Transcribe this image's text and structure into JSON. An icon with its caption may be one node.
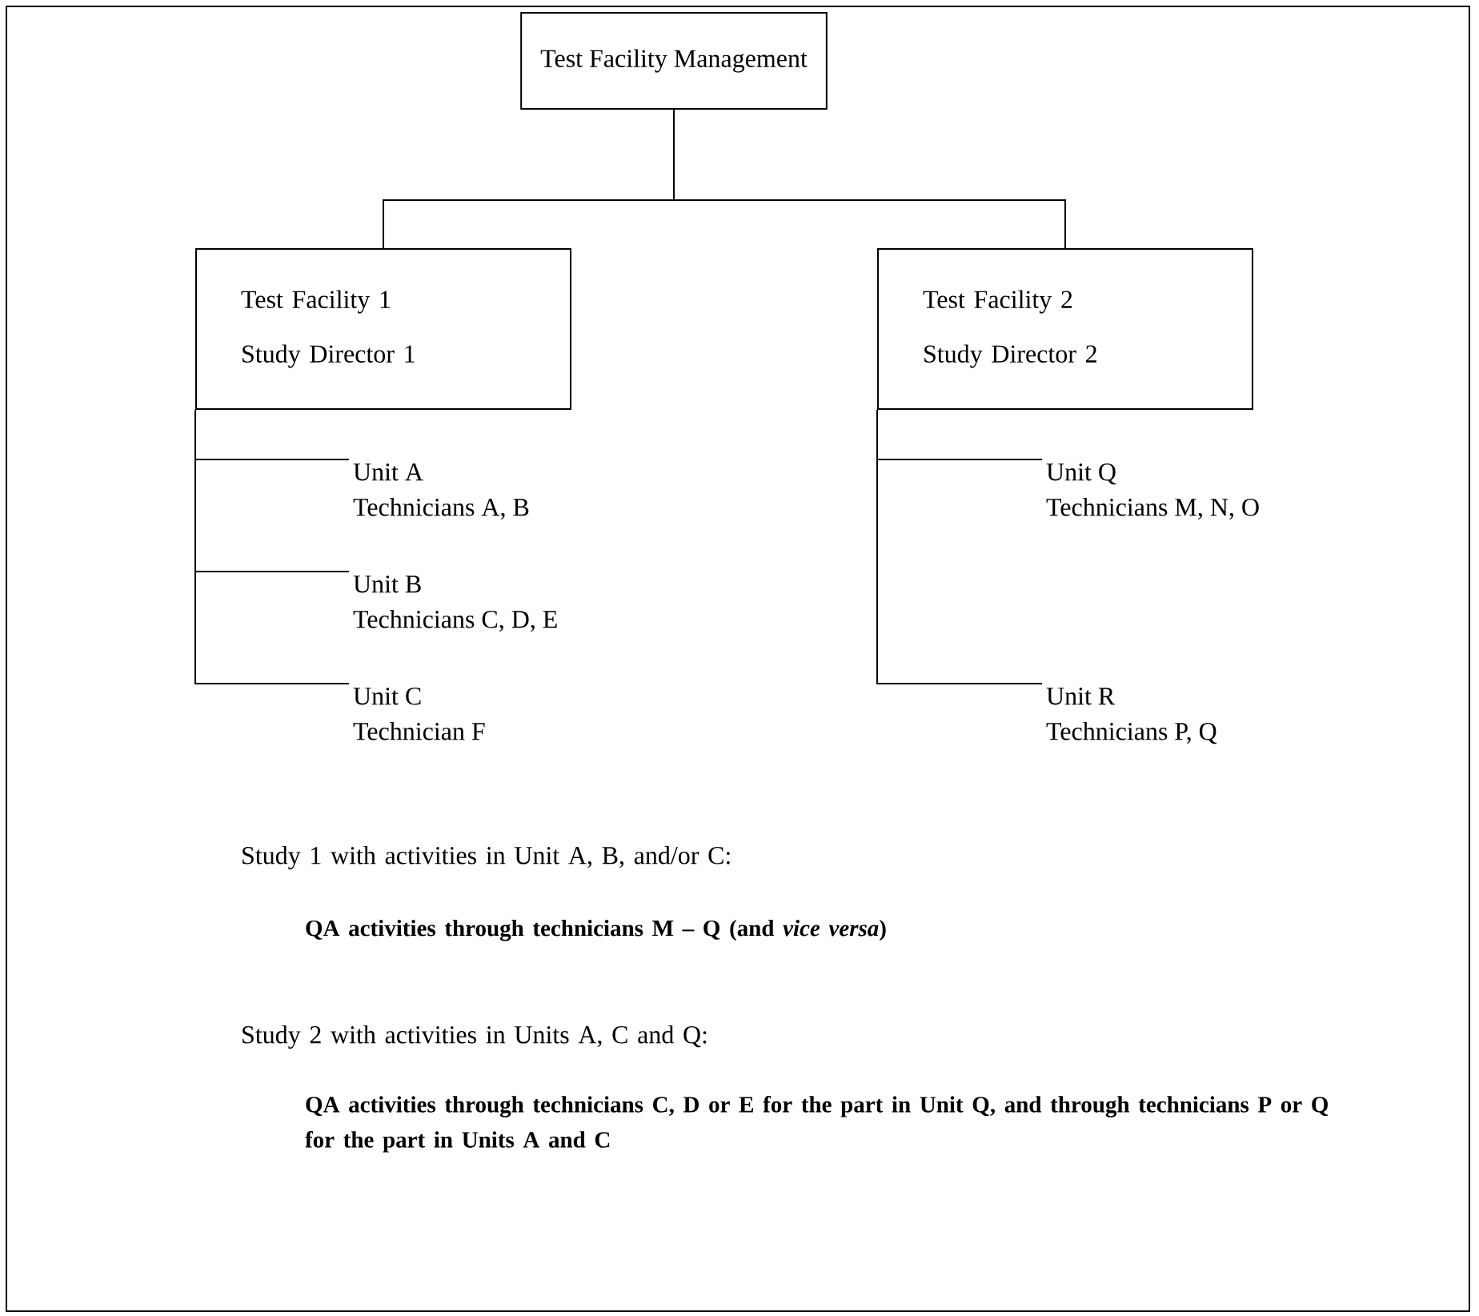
{
  "diagram": {
    "nodes": [
      {
        "text": [
          "Test Facility Management"
        ]
      },
      {
        "text": [
          "Test Facility 1",
          "Study Director 1"
        ]
      },
      {
        "text": [
          "Test Facility 2",
          "Study Director 2"
        ]
      },
      {
        "text": [
          "Unit A",
          "Technicians A, B"
        ]
      },
      {
        "text": [
          "Unit B",
          "Technicians C, D, E"
        ]
      },
      {
        "text": [
          "Unit C",
          "Technician F"
        ]
      },
      {
        "text": [
          "Unit Q",
          "Technicians M, N, O"
        ]
      },
      {
        "text": [
          "Unit R",
          "Technicians P, Q"
        ]
      }
    ],
    "edges": [
      {
        "from": 0,
        "to": 1,
        "arrow": "none"
      },
      {
        "from": 0,
        "to": 2,
        "arrow": "none"
      },
      {
        "from": 1,
        "to": 3,
        "arrow": "none"
      },
      {
        "from": 1,
        "to": 4,
        "arrow": "none"
      },
      {
        "from": 1,
        "to": 5,
        "arrow": "none"
      },
      {
        "from": 2,
        "to": 6,
        "arrow": "none"
      },
      {
        "from": 2,
        "to": 7,
        "arrow": "none"
      }
    ],
    "labels": [
      "Study 1 with activities in Unit A, B, and/or C:",
      "QA activities through technicians M – Q (and *vice versa*)",
      "Study 2 with activities in Units A, C and Q:",
      "QA activities through technicians C, D or E for the part in Unit Q, and through technicians P or Q for the part in Units A and C"
    ]
  }
}
